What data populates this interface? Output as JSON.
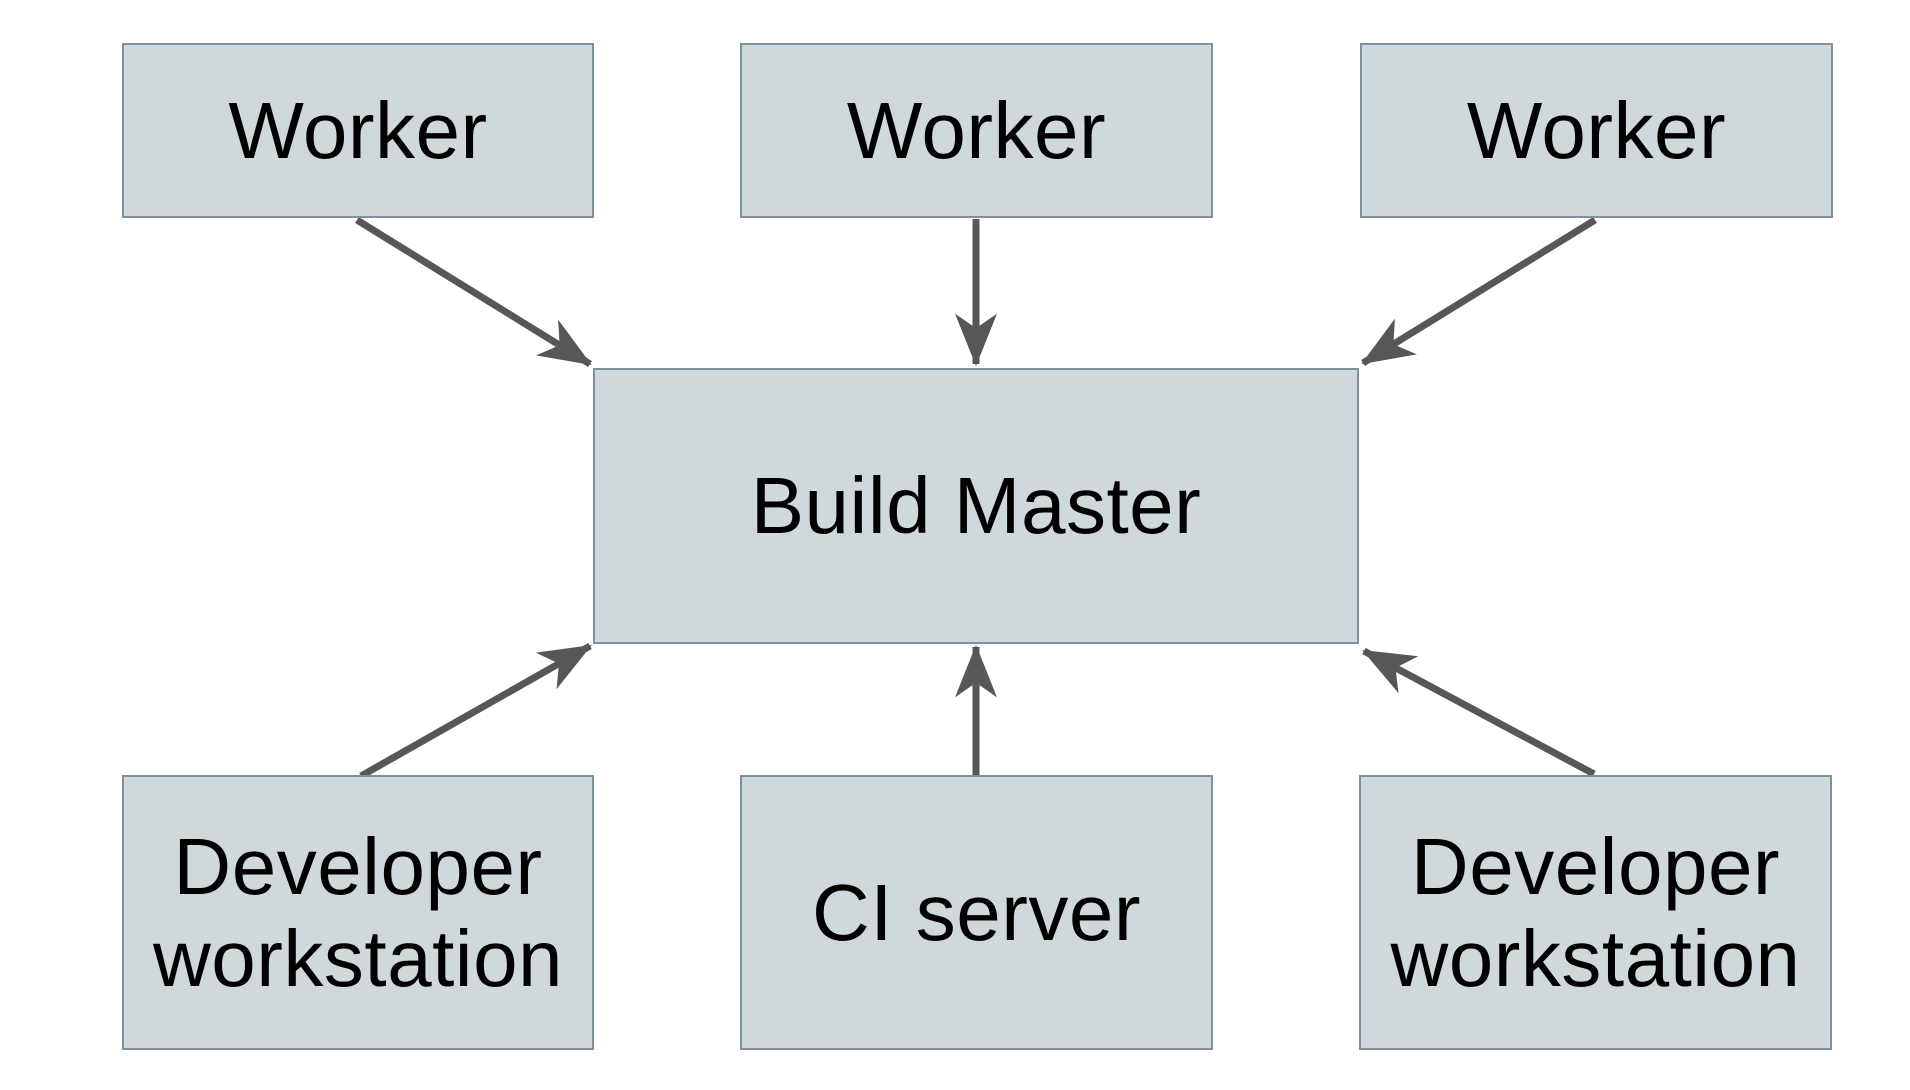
{
  "diagram": {
    "title": "Build Master diagram",
    "colors": {
      "node_fill": "#cfd8db",
      "node_border": "#7e929d",
      "arrow": "#575757",
      "text": "#000000",
      "background": "#ffffff"
    },
    "nodes": {
      "worker_left": {
        "label": "Worker"
      },
      "worker_center": {
        "label": "Worker"
      },
      "worker_right": {
        "label": "Worker"
      },
      "build_master": {
        "label": "Build Master"
      },
      "dev_left": {
        "label": "Developer workstation"
      },
      "ci_server": {
        "label": "CI server"
      },
      "dev_right": {
        "label": "Developer workstation"
      }
    },
    "edges": [
      {
        "from": "worker_left",
        "to": "build_master"
      },
      {
        "from": "worker_center",
        "to": "build_master"
      },
      {
        "from": "worker_right",
        "to": "build_master"
      },
      {
        "from": "dev_left",
        "to": "build_master"
      },
      {
        "from": "ci_server",
        "to": "build_master"
      },
      {
        "from": "dev_right",
        "to": "build_master"
      }
    ]
  }
}
